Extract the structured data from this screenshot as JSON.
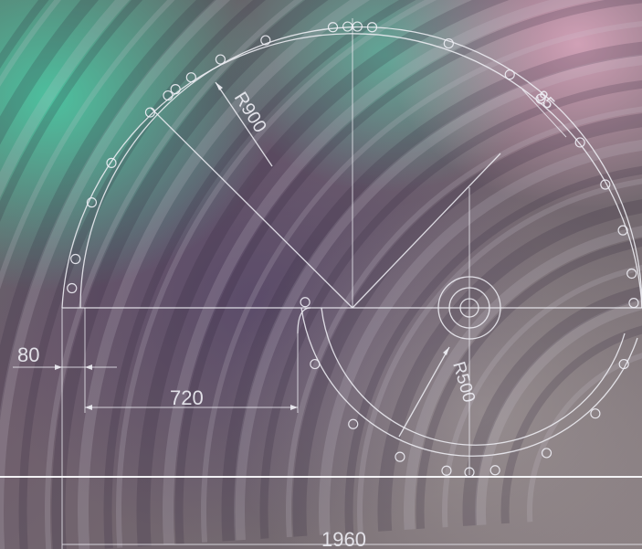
{
  "colors": {
    "line": "#eeeef4",
    "background_base": "#6b5f66",
    "sheen_teal": "#3fb89a",
    "sheen_pink": "#d9a8c4",
    "sheen_purple": "#5e4b7a"
  },
  "dimensions": {
    "r900": "R900",
    "r500": "R500",
    "r95": "95",
    "d80": "80",
    "d720": "720",
    "d1960": "1960"
  }
}
